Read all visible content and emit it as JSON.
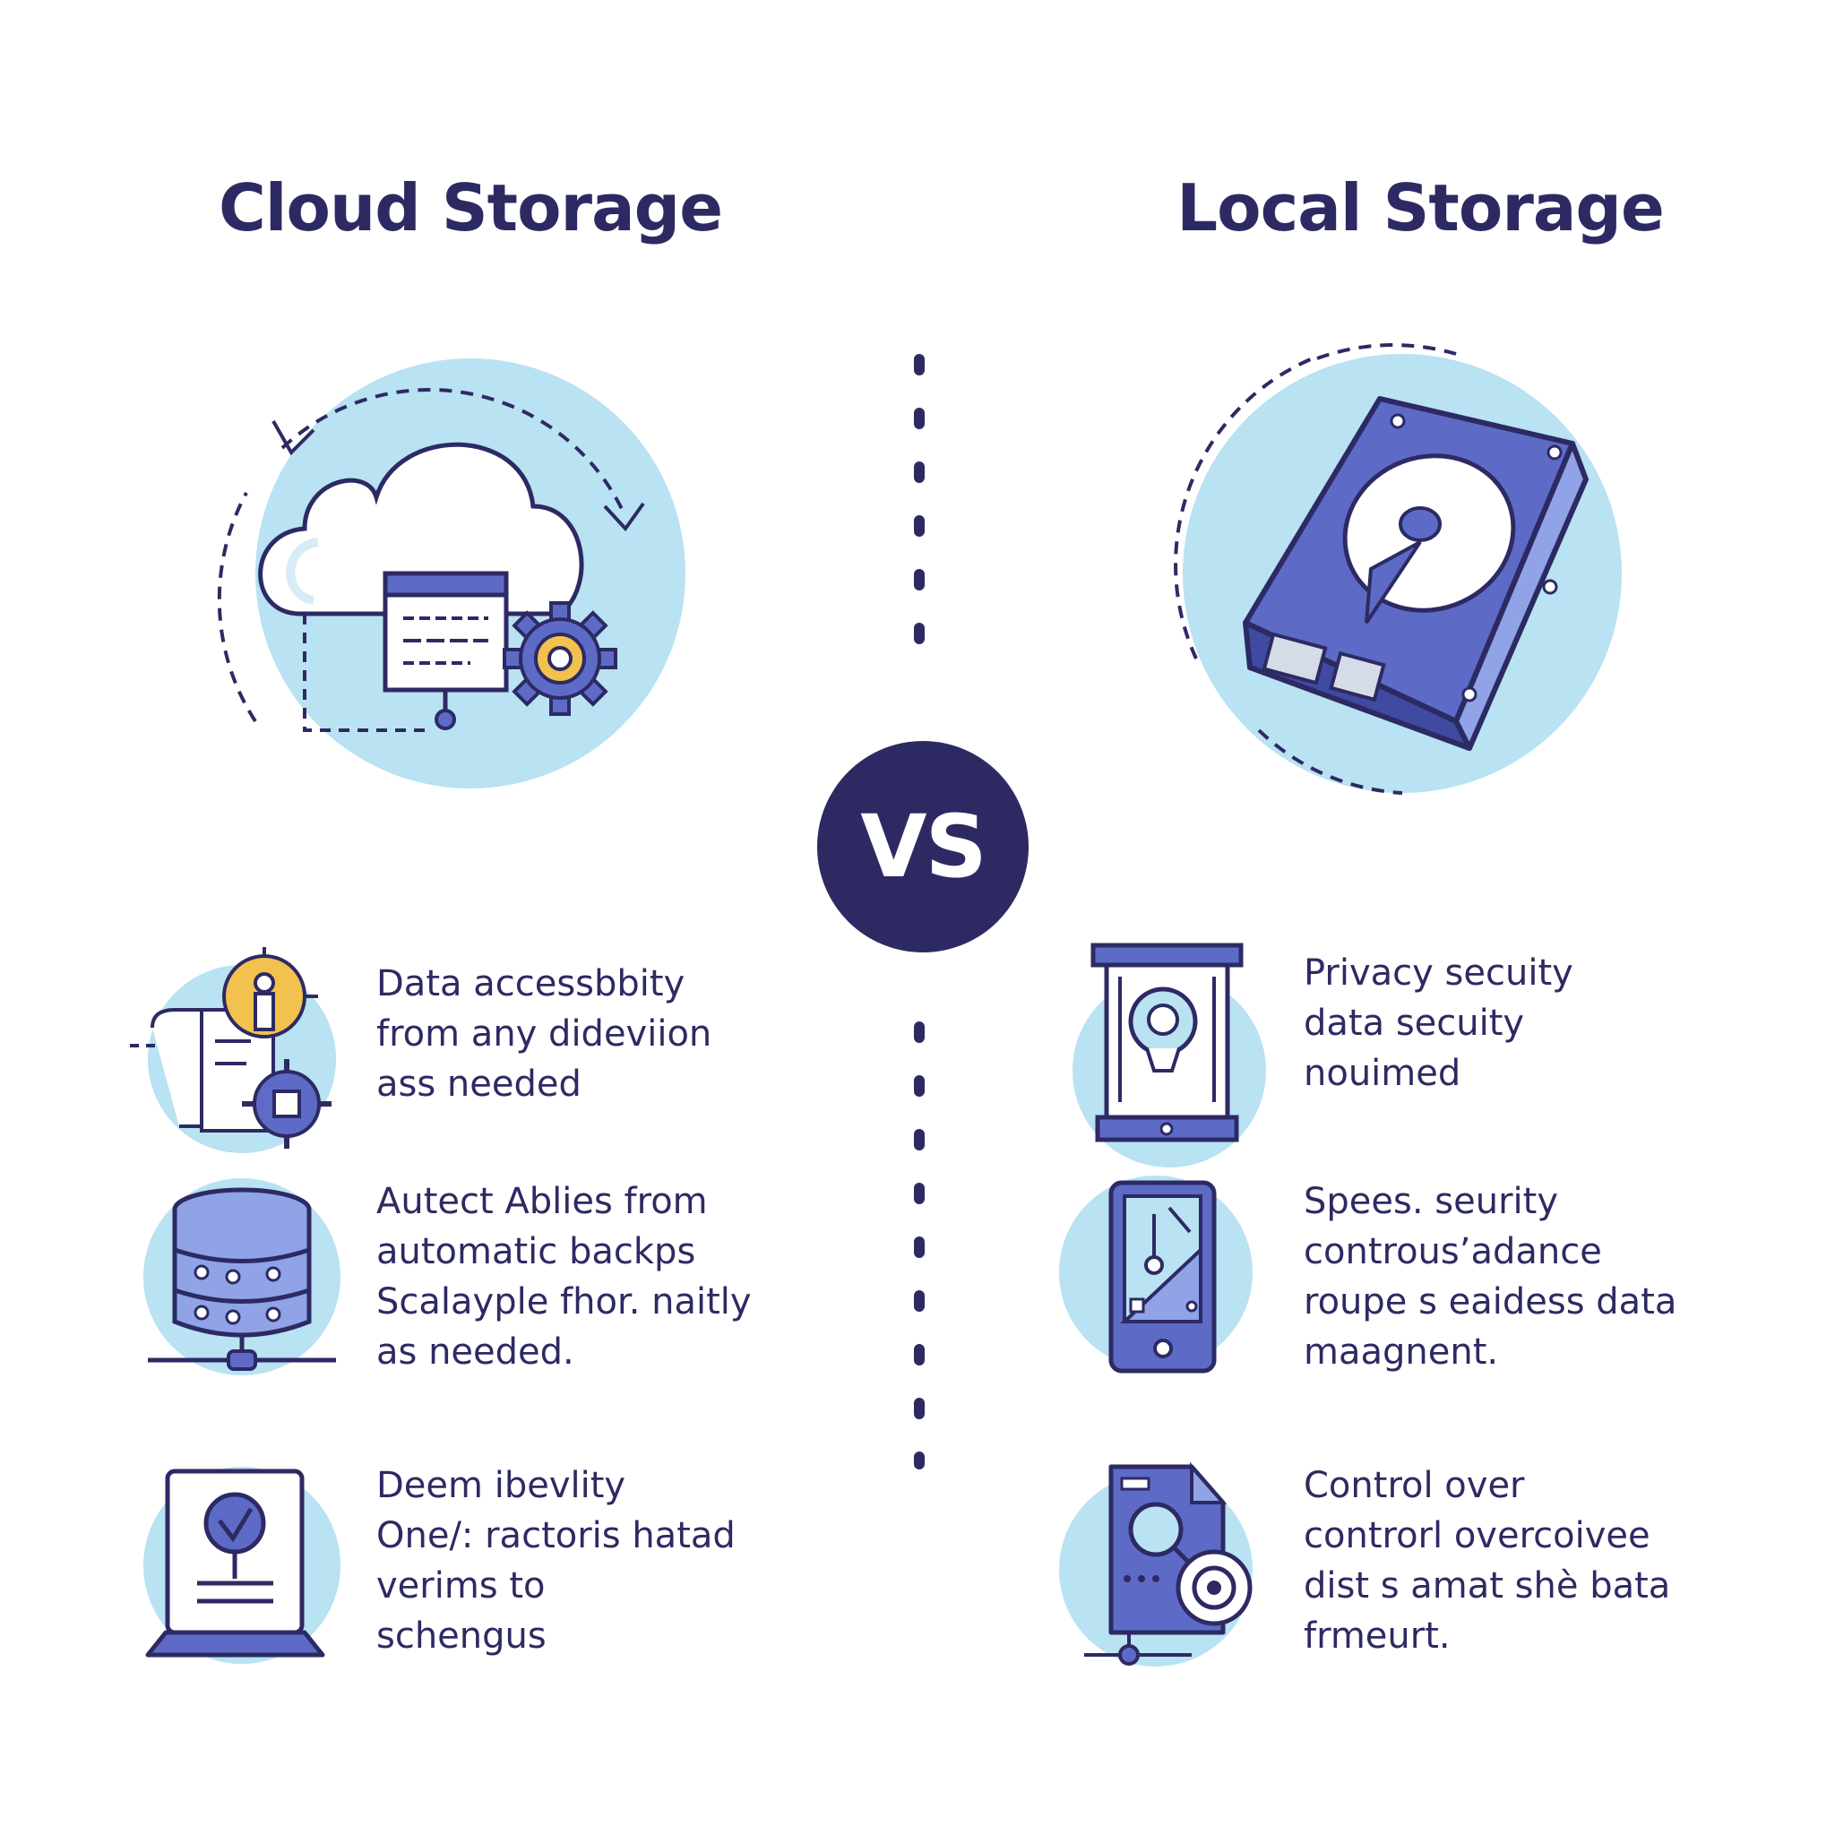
{
  "colors": {
    "navy": "#2d2a63",
    "light_blue": "#b9e2f2",
    "periwinkle": "#5d6bc7",
    "accent_yellow": "#f2c14e"
  },
  "left": {
    "title": "Cloud Storage",
    "hero_icon": "cloud-sync-icon",
    "features": [
      {
        "icon": "user-document-gear-icon",
        "lines": [
          "Data accessbbity",
          "from any dideviion",
          "ass needed"
        ]
      },
      {
        "icon": "database-server-icon",
        "lines": [
          "Autect Ablies from",
          "automatic backps",
          "Scalayple fhor. naitly",
          "as  needed."
        ]
      },
      {
        "icon": "laptop-checkmark-icon",
        "lines": [
          "Deem ibevlity",
          "One/: ractoris hatad",
          "verims to",
          "schengus"
        ]
      }
    ]
  },
  "right": {
    "title": "Local Storage",
    "hero_icon": "hard-drive-icon",
    "features": [
      {
        "icon": "lightbulb-frame-icon",
        "lines": [
          "Privacy  secuity",
          "data secuity",
          "nouimed"
        ]
      },
      {
        "icon": "tablet-device-icon",
        "lines": [
          "Spees. seurity",
          "controus’adance",
          "roupe s eaidess data",
          "maagnent."
        ]
      },
      {
        "icon": "file-disc-icon",
        "lines": [
          "Control  over",
          "controrl overcoivee",
          "dist s amat shè bata",
          "frmeurt."
        ]
      }
    ]
  },
  "vs_label": "VS"
}
